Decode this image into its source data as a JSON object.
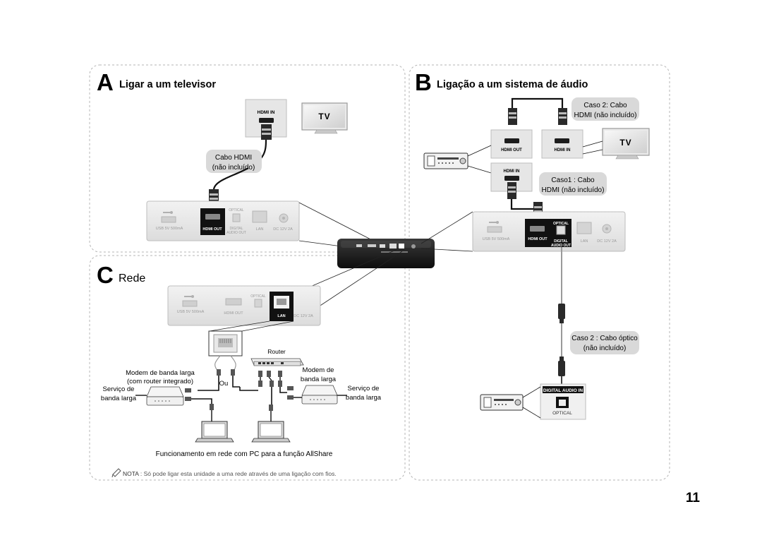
{
  "sectionA": {
    "letter": "A",
    "title": "Ligar a um televisor",
    "hdmi_in_label": "HDMI IN",
    "tv_label": "TV",
    "cable_callout": [
      "Cabo HDMI",
      "(não incluído)"
    ]
  },
  "sectionB": {
    "letter": "B",
    "title": "Ligação a um sistema de áudio",
    "case2_callout": [
      "Caso 2: Cabo",
      "HDMI (não incluído)"
    ],
    "case1_callout": [
      "Caso1 : Cabo",
      "HDMI (não incluído)"
    ],
    "optical_callout": [
      "Caso 2 : Cabo óptico",
      "(não incluído)"
    ],
    "hdmi_out_label": "HDMI OUT",
    "hdmi_in_label": "HDMI IN",
    "hdmi_in_label_2": "HDMI IN",
    "tv_label": "TV",
    "digital_audio_in_label": "DIGITAL AUDIO IN",
    "optical_label": "OPTICAL"
  },
  "sectionC": {
    "letter": "C",
    "title": "Rede",
    "router_label": "Router",
    "modem_router_label": [
      "Modem de banda larga",
      "(com router integrado)"
    ],
    "service_left": [
      "Serviço de",
      "banda larga"
    ],
    "or_label": "Ou",
    "modem_label": [
      "Modem de",
      "banda larga"
    ],
    "service_right": [
      "Serviço de",
      "banda larga"
    ],
    "allshare_caption": "Funcionamento em rede com PC para a função AllShare",
    "note_label": "NOTA",
    "note_text": " : Só pode ligar esta unidade a uma rede através de uma ligação com fios."
  },
  "panel": {
    "usb": "USB 5V 500mA",
    "hdmi_out": "HDMI OUT",
    "optical": "OPTICAL",
    "digital": "DIGITAL",
    "audio_out": "AUDIO OUT",
    "lan": "LAN",
    "dc": "DC 12V 2A"
  },
  "page_number": "11",
  "colors": {
    "callout_bg": "#d9d9d9",
    "dashed_border": "#b5b5b5",
    "device_black": "#1a1a1a"
  }
}
